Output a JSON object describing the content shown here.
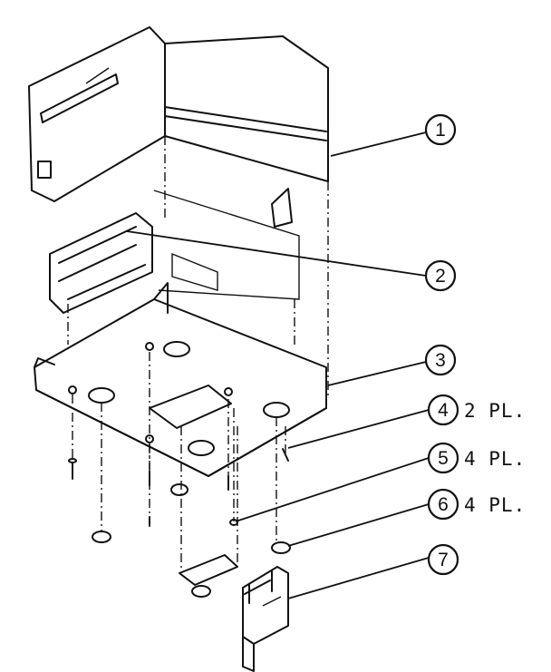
{
  "callouts": [
    {
      "number": "1",
      "quantity": ""
    },
    {
      "number": "2",
      "quantity": ""
    },
    {
      "number": "3",
      "quantity": ""
    },
    {
      "number": "4",
      "quantity": "2 PL."
    },
    {
      "number": "5",
      "quantity": "4 PL."
    },
    {
      "number": "6",
      "quantity": "4 PL."
    },
    {
      "number": "7",
      "quantity": ""
    }
  ]
}
